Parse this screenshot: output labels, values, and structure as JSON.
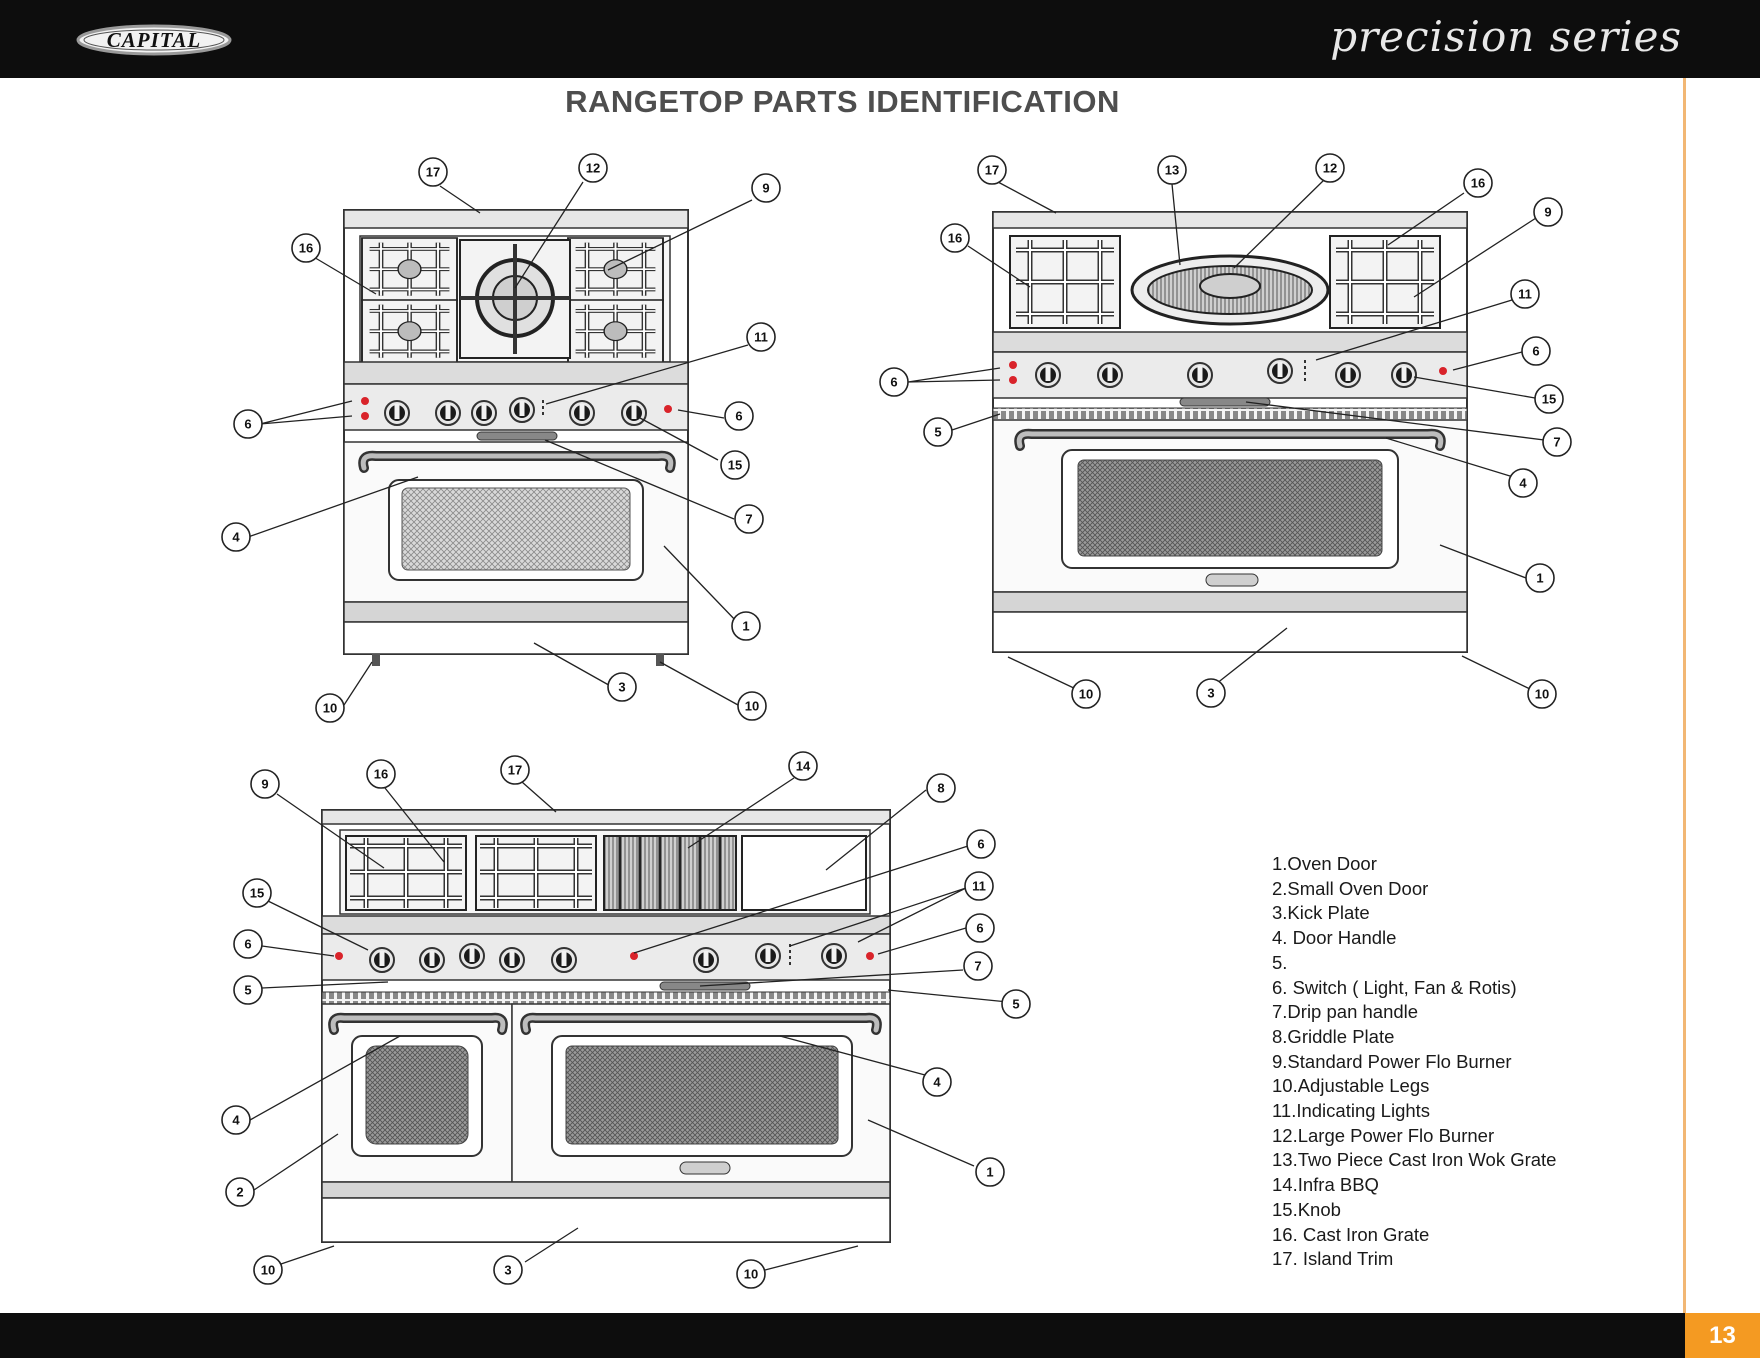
{
  "header": {
    "logo_text": "CAPITAL",
    "tagline": "precision series"
  },
  "page_title": "RANGETOP PARTS IDENTIFICATION",
  "page_number": "13",
  "parts_legend": [
    "1.Oven Door",
    "2.Small Oven Door",
    "3.Kick Plate",
    "4. Door Handle",
    "5.",
    "6. Switch ( Light, Fan & Rotis)",
    "7.Drip pan handle",
    "8.Griddle Plate",
    "9.Standard Power Flo Burner",
    "10.Adjustable Legs",
    "11.Indicating Lights",
    "12.Large Power Flo Burner",
    "13.Two Piece Cast Iron Wok Grate",
    "14.Infra BBQ",
    "15.Knob",
    "16. Cast Iron Grate",
    "17. Island Trim"
  ],
  "diagram_a_callouts": [
    "17",
    "12",
    "9",
    "16",
    "11",
    "6",
    "6",
    "15",
    "7",
    "4",
    "1",
    "3",
    "10",
    "10"
  ],
  "diagram_b_callouts": [
    "17",
    "13",
    "12",
    "16",
    "16",
    "9",
    "11",
    "6",
    "6",
    "15",
    "5",
    "7",
    "4",
    "1",
    "10",
    "3",
    "10"
  ],
  "diagram_c_callouts": [
    "9",
    "16",
    "17",
    "14",
    "8",
    "6",
    "11",
    "15",
    "6",
    "6",
    "5",
    "7",
    "5",
    "4",
    "4",
    "2",
    "1",
    "10",
    "3",
    "10"
  ],
  "colors": {
    "header_bg": "#0d0d0d",
    "accent": "#f49a22",
    "accent_line": "#f2b774",
    "switch_red": "#d9232a",
    "title_gray": "#4e4e4e"
  }
}
